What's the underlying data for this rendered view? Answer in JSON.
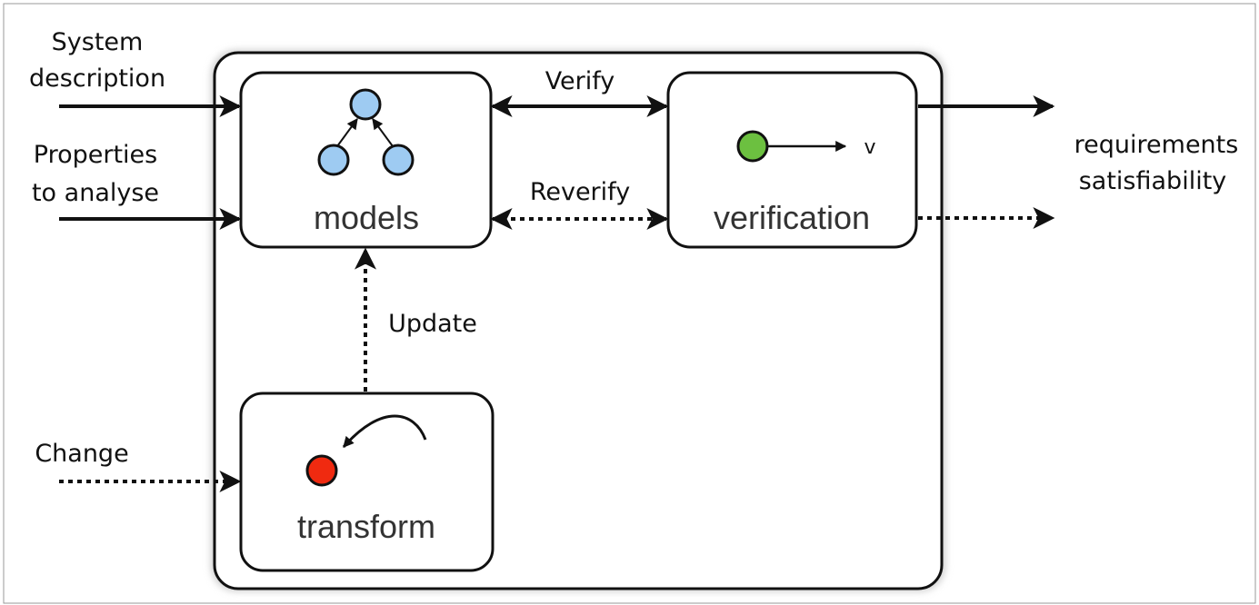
{
  "labels": {
    "system_description_line1": "System",
    "system_description_line2": "description",
    "properties_line1": "Properties",
    "properties_line2": "to analyse",
    "change": "Change",
    "verify": "Verify",
    "reverify": "Reverify",
    "update": "Update",
    "requirements_line1": "requirements",
    "requirements_line2": "satisfiability",
    "v_symbol": "v"
  },
  "boxes": {
    "models": "models",
    "verification": "verification",
    "transform": "transform"
  },
  "colors": {
    "model_node": "#9ecbf2",
    "verification_node": "#6cc040",
    "transform_node": "#f02a10",
    "stroke": "#111111",
    "frame_shadow": "#d6d6d6"
  }
}
